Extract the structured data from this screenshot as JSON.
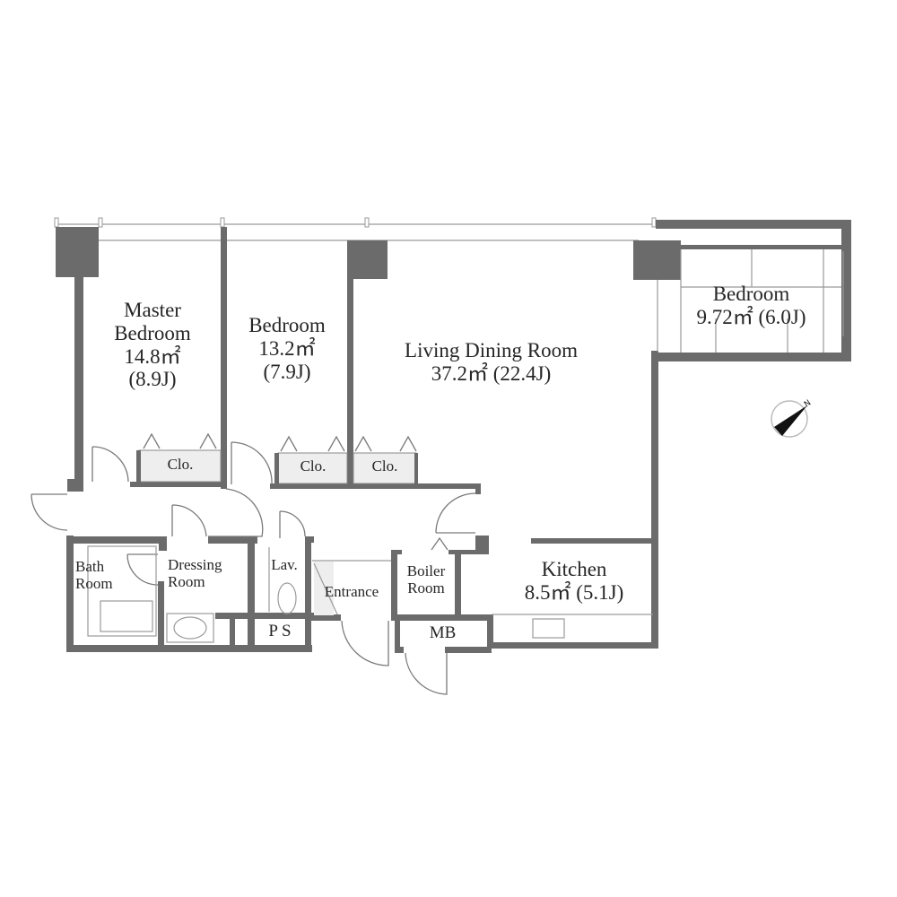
{
  "plan": {
    "rooms": {
      "master_bedroom": {
        "name_line1": "Master",
        "name_line2": "Bedroom",
        "area": "14.8㎡",
        "jo": "(8.9J)"
      },
      "bedroom_2": {
        "name": "Bedroom",
        "area": "13.2㎡",
        "jo": "(7.9J)"
      },
      "living_dining": {
        "name": "Living Dining Room",
        "area_jo": "37.2㎡ (22.4J)"
      },
      "bedroom_3": {
        "name": "Bedroom",
        "area_jo": "9.72㎡ (6.0J)"
      },
      "kitchen": {
        "name": "Kitchen",
        "area_jo": "8.5㎡ (5.1J)"
      },
      "bath_room": {
        "line1": "Bath",
        "line2": "Room"
      },
      "dressing_room": {
        "line1": "Dressing",
        "line2": "Room"
      },
      "lavatory": {
        "name": "Lav."
      },
      "entrance": {
        "name": "Entrance"
      },
      "boiler_room": {
        "line1": "Boiler",
        "line2": "Room"
      },
      "pipe_space": {
        "name": "P S"
      },
      "meter_box": {
        "name": "MB"
      }
    },
    "closets": [
      "Clo.",
      "Clo.",
      "Clo."
    ],
    "compass": {
      "icon": "north-arrow-icon",
      "label": "N"
    },
    "colors": {
      "wall": "#6b6b6b",
      "closet_fill": "#eeeeee",
      "background": "#ffffff"
    }
  }
}
